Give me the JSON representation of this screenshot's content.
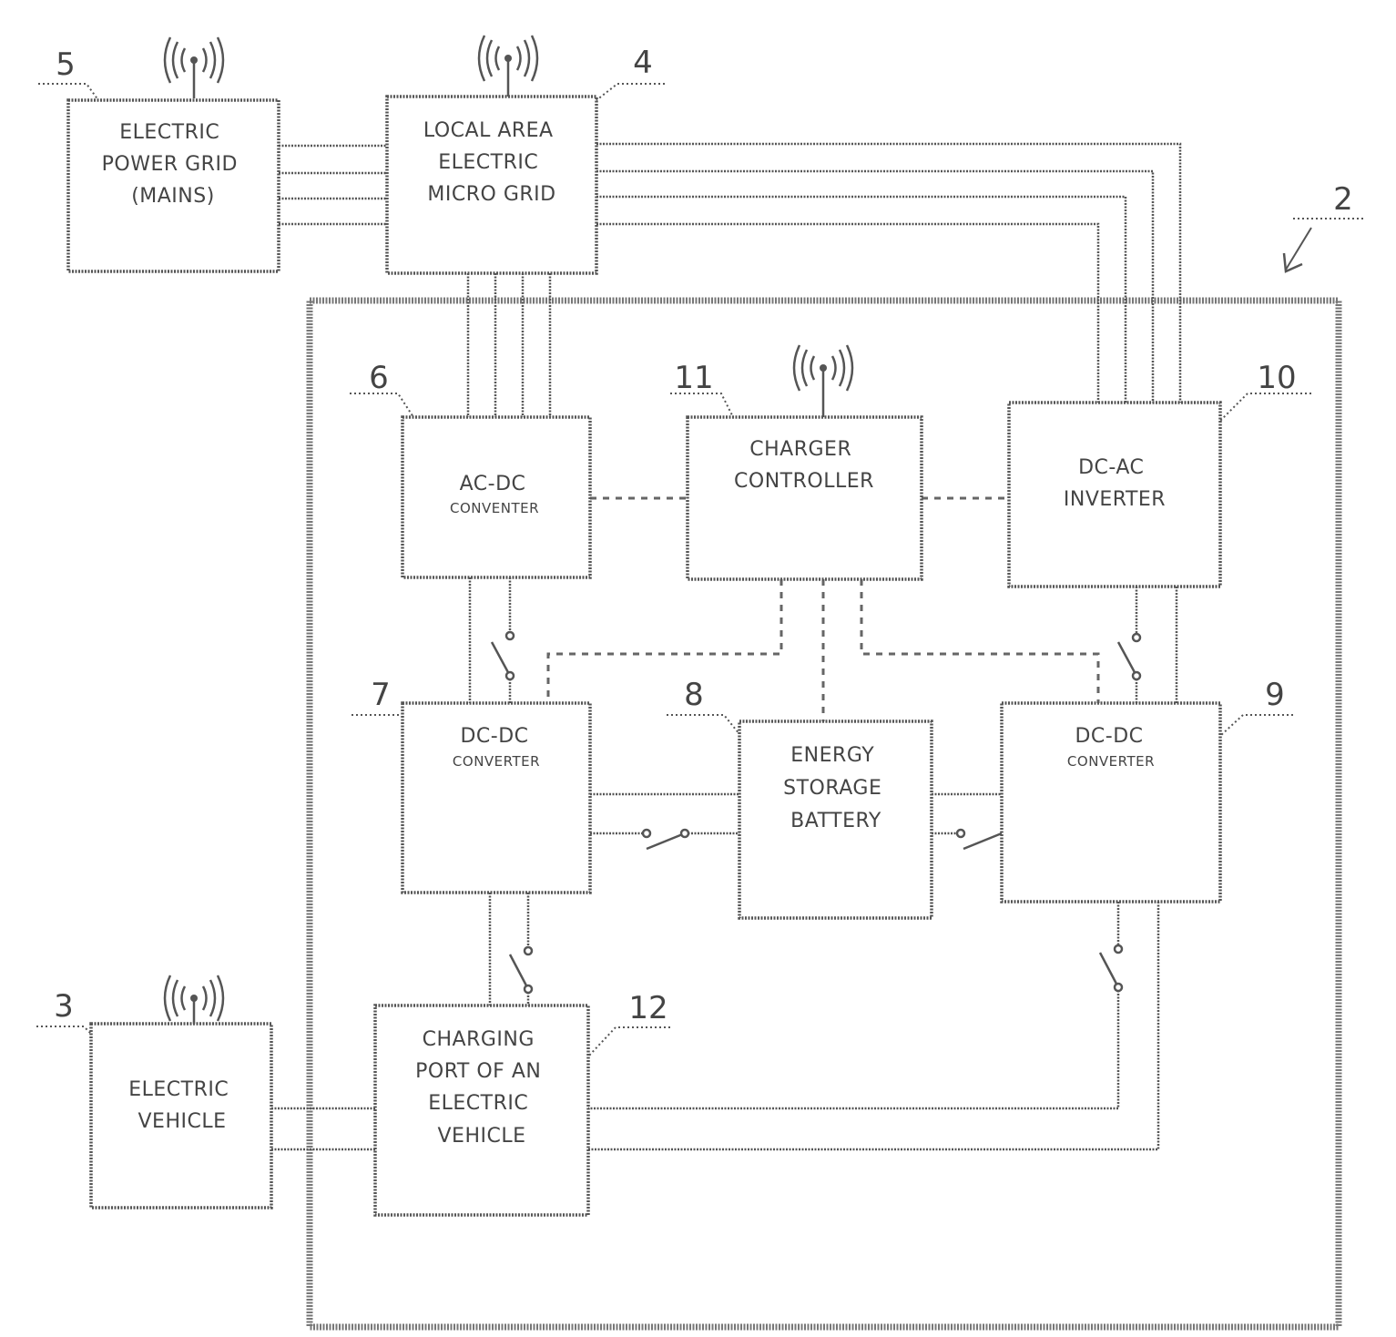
{
  "labels": {
    "n2": "2",
    "n3": "3",
    "n4": "4",
    "n5": "5",
    "n6": "6",
    "n7": "7",
    "n8": "8",
    "n9": "9",
    "n10": "10",
    "n11": "11",
    "n12": "12"
  },
  "blocks": {
    "grid": [
      "ELECTRIC",
      "POWER GRID",
      "(MAINS)"
    ],
    "micro": [
      "LOCAL AREA",
      "ELECTRIC",
      "MICRO GRID"
    ],
    "acdc": [
      "AC-DC",
      "CONVENTER"
    ],
    "controller": [
      "CHARGER",
      "CONTROLLER"
    ],
    "dcac": [
      "DC-AC",
      "INVERTER"
    ],
    "dcdc7": [
      "DC-DC",
      "CONVERTER"
    ],
    "battery": [
      "ENERGY",
      "STORAGE",
      "BATTERY"
    ],
    "dcdc9": [
      "DC-DC",
      "CONVERTER"
    ],
    "vehicle": [
      "ELECTRIC",
      "VEHICLE"
    ],
    "port": [
      "CHARGING",
      "PORT OF AN",
      "ELECTRIC",
      "VEHICLE"
    ]
  }
}
